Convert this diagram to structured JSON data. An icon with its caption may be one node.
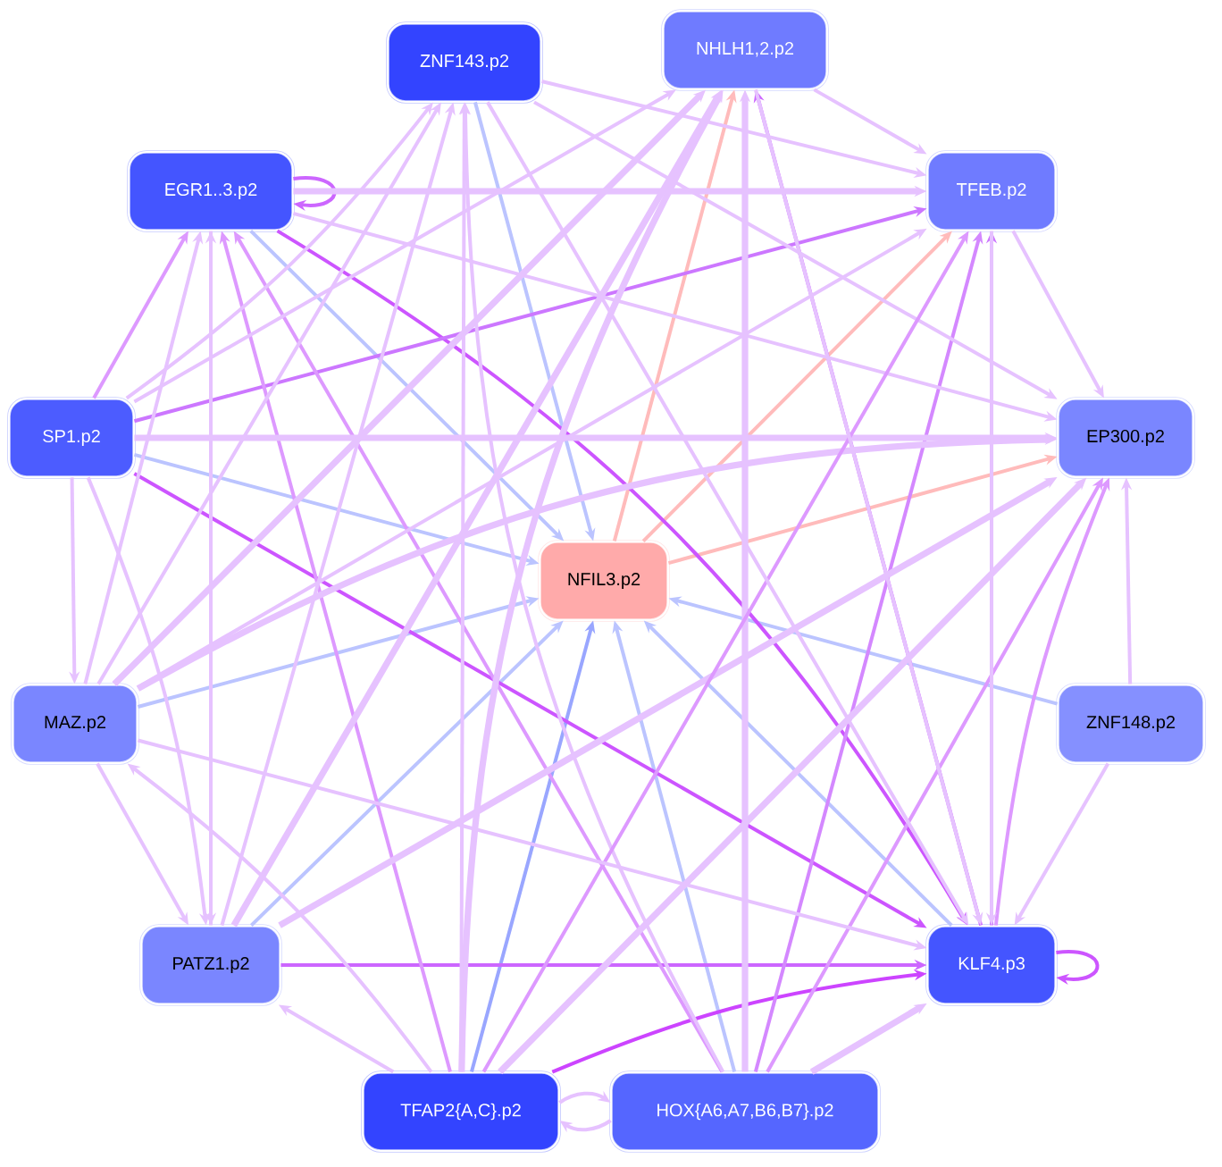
{
  "diagram": {
    "nodes": [
      {
        "text": [
          "ZNF143.p2"
        ]
      },
      {
        "text": [
          "NHLH1,2.p2"
        ]
      },
      {
        "text": [
          "EGR1..3.p2"
        ]
      },
      {
        "text": [
          "TFEB.p2"
        ]
      },
      {
        "text": [
          "SP1.p2"
        ]
      },
      {
        "text": [
          "EP300.p2"
        ]
      },
      {
        "text": [
          "NFIL3.p2"
        ]
      },
      {
        "text": [
          "MAZ.p2"
        ]
      },
      {
        "text": [
          "ZNF148.p2"
        ]
      },
      {
        "text": [
          "PATZ1.p2"
        ]
      },
      {
        "text": [
          "KLF4.p3"
        ]
      },
      {
        "text": [
          "TFAP2{A,C}.p2"
        ]
      },
      {
        "text": [
          "HOX{A6,A7,B6,B7}.p2"
        ]
      }
    ],
    "edges": [
      {
        "from": 0,
        "to": 6,
        "arrow": "to",
        "color": "#bbc4ff"
      },
      {
        "from": 2,
        "to": 6,
        "arrow": "to",
        "color": "#bbc4ff"
      },
      {
        "from": 4,
        "to": 6,
        "arrow": "to",
        "color": "#bbc4ff"
      },
      {
        "from": 7,
        "to": 6,
        "arrow": "to",
        "color": "#bbc4ff"
      },
      {
        "from": 9,
        "to": 6,
        "arrow": "to",
        "color": "#bbc4ff"
      },
      {
        "from": 11,
        "to": 6,
        "arrow": "to",
        "color": "#99a6ff"
      },
      {
        "from": 12,
        "to": 6,
        "arrow": "to",
        "color": "#bbc4ff"
      },
      {
        "from": 10,
        "to": 6,
        "arrow": "to",
        "color": "#bbc4ff"
      },
      {
        "from": 8,
        "to": 6,
        "arrow": "to",
        "color": "#bbc4ff"
      },
      {
        "from": 6,
        "to": 1,
        "arrow": "to",
        "color": "#ffbbbb"
      },
      {
        "from": 6,
        "to": 3,
        "arrow": "to",
        "color": "#ffbbbb"
      },
      {
        "from": 6,
        "to": 5,
        "arrow": "to",
        "color": "#ffbbbb"
      },
      {
        "from": 2,
        "to": 2,
        "arrow": "to",
        "color": "#cc66ff"
      },
      {
        "from": 10,
        "to": 10,
        "arrow": "to",
        "color": "#cc55ff"
      },
      {
        "from": 11,
        "to": 12,
        "arrow": "to"
      },
      {
        "from": 12,
        "to": 11,
        "arrow": "to"
      },
      {
        "from": 2,
        "to": 10,
        "arrow": "to",
        "color": "#cc55ff"
      },
      {
        "from": 4,
        "to": 10,
        "arrow": "to",
        "color": "#cc55ff"
      },
      {
        "from": 9,
        "to": 10,
        "arrow": "to",
        "color": "#cc66ff"
      },
      {
        "from": 11,
        "to": 10,
        "arrow": "to",
        "color": "#cc44ff"
      },
      {
        "from": 10,
        "to": 1,
        "arrow": "to",
        "color": "#cc66ff"
      },
      {
        "from": 4,
        "to": 3,
        "arrow": "to",
        "color": "#cc77ff"
      },
      {
        "from": 10,
        "to": 3,
        "arrow": "to",
        "color": "#cc77ff"
      },
      {
        "from": 12,
        "to": 3,
        "arrow": "to",
        "color": "#d488ff"
      },
      {
        "from": 4,
        "to": 2,
        "arrow": "to",
        "color": "#dd99ff"
      },
      {
        "from": 7,
        "to": 2,
        "arrow": "to"
      },
      {
        "from": 9,
        "to": 2,
        "arrow": "to"
      },
      {
        "from": 11,
        "to": 2,
        "arrow": "to",
        "color": "#dd99ff"
      },
      {
        "from": 12,
        "to": 2,
        "arrow": "to",
        "color": "#dd99ff"
      },
      {
        "from": 2,
        "to": 3,
        "arrow": "to",
        "style": "thick"
      },
      {
        "from": 2,
        "to": 5,
        "arrow": "to"
      },
      {
        "from": 0,
        "to": 3,
        "arrow": "to"
      },
      {
        "from": 0,
        "to": 5,
        "arrow": "to"
      },
      {
        "from": 4,
        "to": 5,
        "arrow": "to",
        "style": "thick"
      },
      {
        "from": 7,
        "to": 5,
        "arrow": "to",
        "style": "thick"
      },
      {
        "from": 9,
        "to": 5,
        "arrow": "to",
        "style": "thick"
      },
      {
        "from": 11,
        "to": 5,
        "arrow": "to",
        "style": "thick"
      },
      {
        "from": 12,
        "to": 5,
        "arrow": "to",
        "color": "#dd99ff"
      },
      {
        "from": 8,
        "to": 5,
        "arrow": "to"
      },
      {
        "from": 10,
        "to": 5,
        "arrow": "to",
        "color": "#dd99ff"
      },
      {
        "from": 3,
        "to": 5,
        "arrow": "to"
      },
      {
        "from": 11,
        "to": 1,
        "arrow": "to",
        "style": "thick"
      },
      {
        "from": 12,
        "to": 1,
        "arrow": "to",
        "style": "thick"
      },
      {
        "from": 9,
        "to": 1,
        "arrow": "to",
        "style": "thick"
      },
      {
        "from": 7,
        "to": 1,
        "arrow": "to",
        "style": "thick"
      },
      {
        "from": 4,
        "to": 1,
        "arrow": "to"
      },
      {
        "from": 11,
        "to": 0,
        "arrow": "to"
      },
      {
        "from": 7,
        "to": 0,
        "arrow": "to"
      },
      {
        "from": 4,
        "to": 0,
        "arrow": "to"
      },
      {
        "from": 12,
        "to": 0,
        "arrow": "to"
      },
      {
        "from": 9,
        "to": 0,
        "arrow": "to"
      },
      {
        "from": 11,
        "to": 3,
        "arrow": "to",
        "color": "#dd99ff"
      },
      {
        "from": 7,
        "to": 3,
        "arrow": "to"
      },
      {
        "from": 4,
        "to": 7,
        "arrow": "to"
      },
      {
        "from": 4,
        "to": 9,
        "arrow": "to"
      },
      {
        "from": 7,
        "to": 9,
        "arrow": "to"
      },
      {
        "from": 2,
        "to": 9,
        "arrow": "to"
      },
      {
        "from": 11,
        "to": 9,
        "arrow": "to"
      },
      {
        "from": 11,
        "to": 7,
        "arrow": "to"
      },
      {
        "from": 3,
        "to": 10,
        "arrow": "to"
      },
      {
        "from": 1,
        "to": 10,
        "arrow": "to"
      },
      {
        "from": 8,
        "to": 10,
        "arrow": "to"
      },
      {
        "from": 12,
        "to": 10,
        "arrow": "to",
        "style": "thick"
      },
      {
        "from": 7,
        "to": 10,
        "arrow": "to"
      },
      {
        "from": 0,
        "to": 10,
        "arrow": "to"
      },
      {
        "from": 1,
        "to": 3,
        "arrow": "to"
      }
    ]
  }
}
